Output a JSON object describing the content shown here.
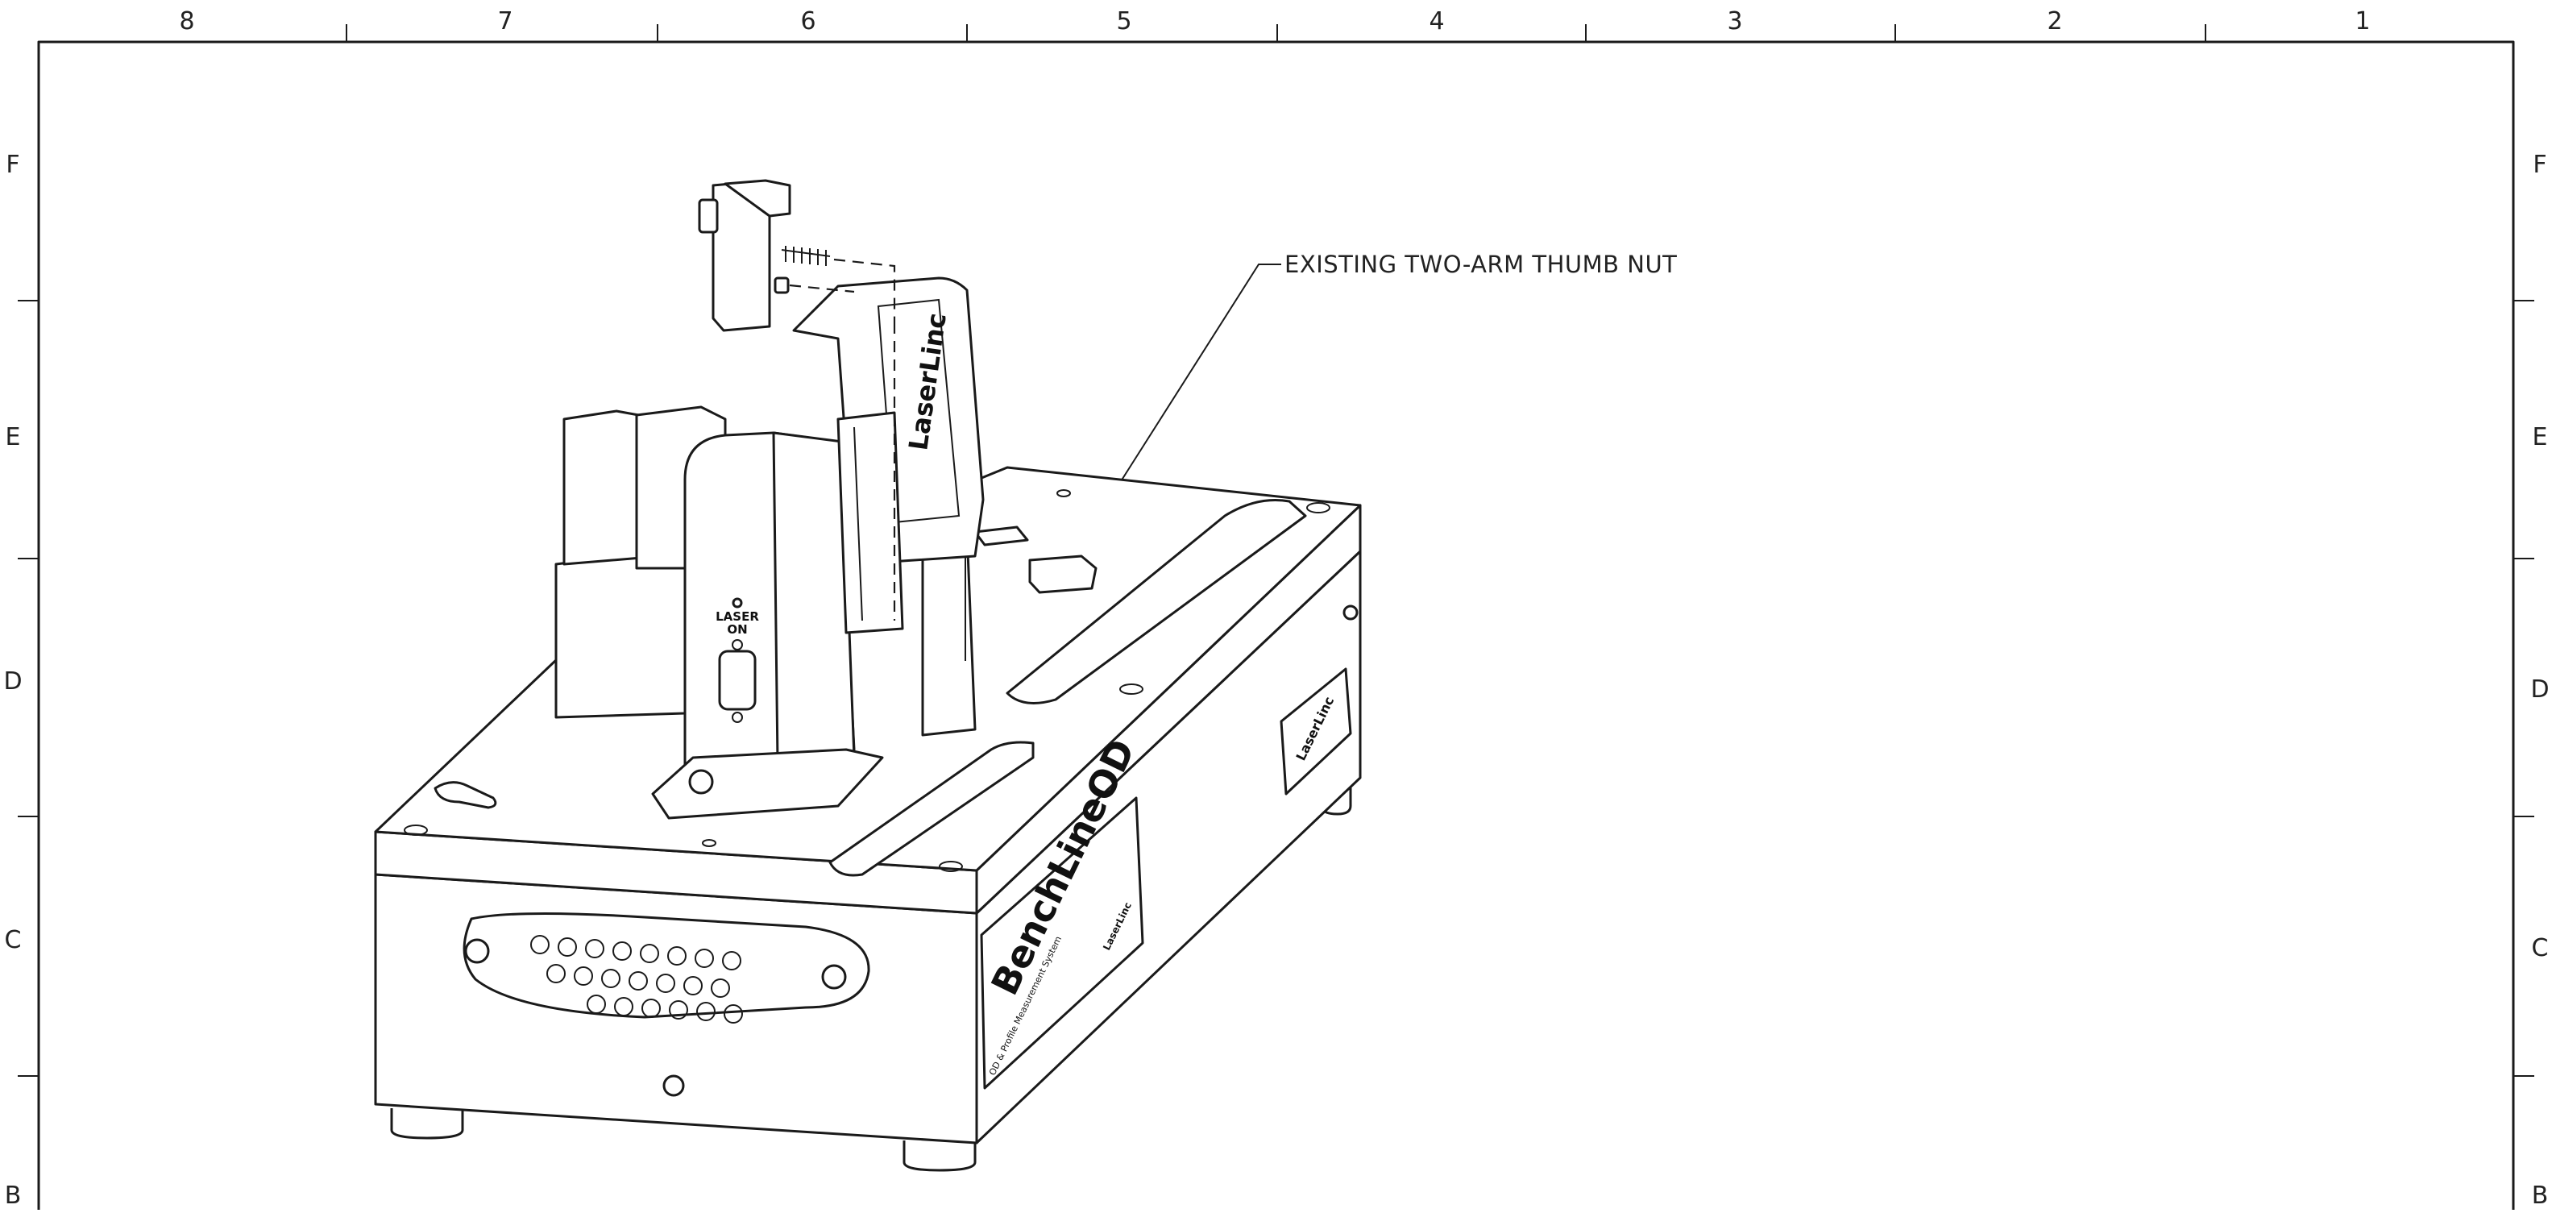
{
  "border": {
    "columns": [
      "8",
      "7",
      "6",
      "5",
      "4",
      "3",
      "2",
      "1"
    ],
    "rows": [
      "F",
      "E",
      "D",
      "C",
      "B"
    ]
  },
  "callout": {
    "text": "EXISTING TWO-ARM THUMB NUT"
  },
  "device": {
    "name_plate": "BenchLineOD",
    "plate_subtitle": "OD & Profile Measurement System",
    "brand_small": "LaserLinc",
    "side_logo": "LaserLinc",
    "head_logo": "LaserLinc",
    "laser_label_1": "LASER",
    "laser_label_2": "ON"
  }
}
